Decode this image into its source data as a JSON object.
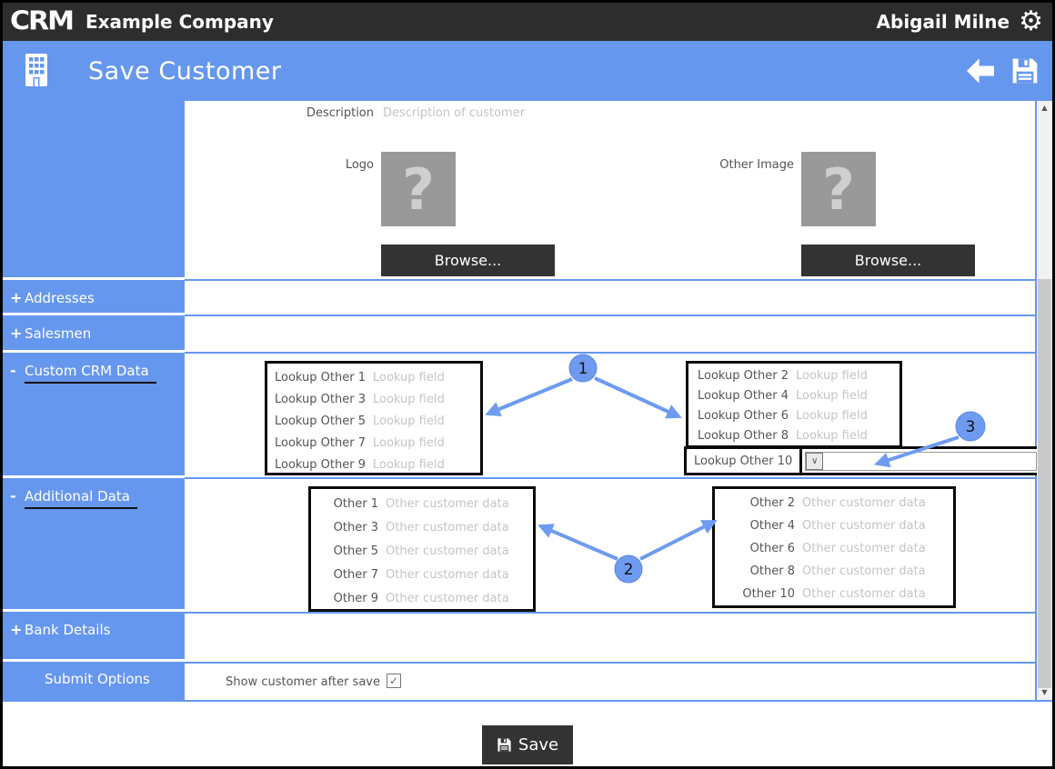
{
  "topbar": {
    "logo": "CRM",
    "company": "Example Company",
    "user": "Abigail Milne"
  },
  "header": {
    "title": "Save Customer"
  },
  "sidebar": {
    "items": [
      {
        "id": "addresses",
        "prefix": "+",
        "label": "Addresses",
        "underlined": false,
        "indent": false,
        "height": 39
      },
      {
        "id": "salesmen",
        "prefix": "+",
        "label": "Salesmen",
        "underlined": false,
        "indent": false,
        "height": 41
      },
      {
        "id": "custom-crm-data",
        "prefix": "-",
        "label": "Custom CRM Data",
        "underlined": true,
        "indent": false,
        "height": 138
      },
      {
        "id": "additional-data",
        "prefix": "-",
        "label": "Additional Data",
        "underlined": true,
        "indent": false,
        "height": 148
      },
      {
        "id": "bank-details",
        "prefix": "+",
        "label": "Bank Details",
        "underlined": false,
        "indent": false,
        "height": 55
      },
      {
        "id": "submit-options",
        "prefix": "",
        "label": "Submit Options",
        "underlined": false,
        "indent": true,
        "height": 42
      }
    ]
  },
  "form": {
    "description_label": "Description",
    "description_placeholder": "Description of customer",
    "logo_label": "Logo",
    "other_image_label": "Other Image",
    "image_placeholder_glyph": "?",
    "browse_label": "Browse...",
    "custom_crm": {
      "left_labels": [
        "Lookup Other 1",
        "Lookup Other 3",
        "Lookup Other 5",
        "Lookup Other 7",
        "Lookup Other 9"
      ],
      "right_labels": [
        "Lookup Other 2",
        "Lookup Other 4",
        "Lookup Other 6",
        "Lookup Other 8"
      ],
      "placeholder": "Lookup field",
      "lookup10_label": "Lookup Other 10",
      "lookup10_value": ""
    },
    "additional": {
      "left_labels": [
        "Other 1",
        "Other 3",
        "Other 5",
        "Other 7",
        "Other 9"
      ],
      "right_labels": [
        "Other 2",
        "Other 4",
        "Other 6",
        "Other 8",
        "Other 10"
      ],
      "placeholder": "Other customer data"
    },
    "submit_option_label": "Show customer after save",
    "show_customer_after_save_checked": true
  },
  "annotations": {
    "numbers": [
      "1",
      "2",
      "3"
    ]
  },
  "footer": {
    "save_label": "Save"
  },
  "colors": {
    "chrome_blue": "#6697ee",
    "annotation_blue": "#6e9bf0",
    "topbar_dark": "#2d2d2d",
    "button_dark": "#333333",
    "placeholder_gray": "#c4c4c4",
    "image_placeholder_gray": "#999999"
  }
}
